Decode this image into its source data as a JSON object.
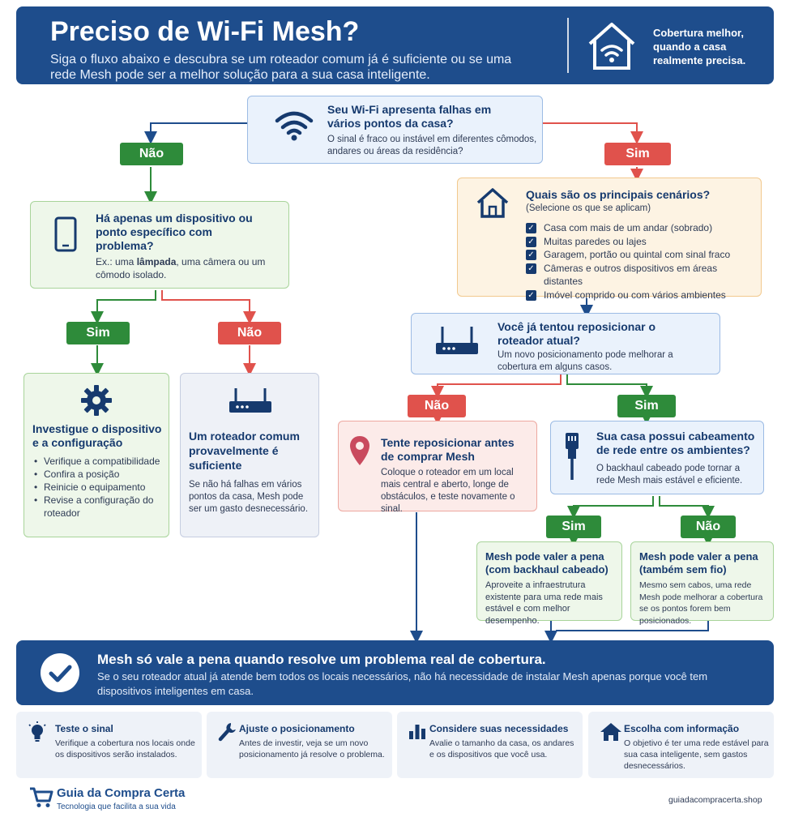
{
  "header": {
    "title": "Preciso de Wi-Fi Mesh?",
    "subtitle": "Siga o fluxo abaixo e descubra se um roteador comum já é suficiente ou se uma rede Mesh pode ser a melhor solução para a sua casa inteligente.",
    "tagline": "Cobertura melhor, quando a casa realmente precisa."
  },
  "start": {
    "question": "Seu Wi-Fi apresenta falhas em vários pontos da casa?",
    "detail": "O sinal é fraco ou instável em diferentes cômodos, andares ou áreas da residência?"
  },
  "labels": {
    "yes": "Sim",
    "no": "Não"
  },
  "single_device": {
    "question": "Há apenas um dispositivo ou ponto específico com problema?",
    "detail_pre": "Ex.: uma ",
    "detail_bold": "lâmpada",
    "detail_post": ", uma câmera ou um cômodo isolado."
  },
  "investigate": {
    "title": "Investigue o dispositivo e a configuração",
    "items": [
      "Verifique a compatibilidade",
      "Confira a posição",
      "Reinicie o equipamento",
      "Revise a configuração do roteador"
    ]
  },
  "common_router": {
    "title": "Um roteador comum provavelmente é suficiente",
    "detail": "Se não há falhas em vários pontos da casa, Mesh pode ser um gasto desnecessário."
  },
  "scenarios": {
    "title": "Quais são os principais cenários?",
    "hint": "(Selecione os que se aplicam)",
    "items": [
      "Casa com mais de um andar (sobrado)",
      "Muitas paredes ou lajes",
      "Garagem, portão ou quintal com sinal fraco",
      "Câmeras e outros dispositivos em áreas distantes",
      "Imóvel comprido ou com vários ambientes"
    ]
  },
  "reposition": {
    "question": "Você já tentou reposicionar o roteador atual?",
    "detail": "Um novo posicionamento pode melhorar a cobertura em alguns casos."
  },
  "try_reposition": {
    "title": "Tente reposicionar antes de comprar Mesh",
    "detail": "Coloque o roteador em um local mais central e aberto, longe de obstáculos, e teste novamente o sinal."
  },
  "cabling": {
    "question": "Sua casa possui cabeamento de rede entre os ambientes?",
    "detail": "O backhaul cabeado pode tornar a rede Mesh mais estável e eficiente."
  },
  "mesh_wired": {
    "title": "Mesh pode valer a pena (com backhaul cabeado)",
    "detail": "Aproveite a infraestrutura existente para uma rede mais estável e com melhor desempenho."
  },
  "mesh_wireless": {
    "title": "Mesh pode valer a pena (também sem fio)",
    "detail": "Mesmo sem cabos, uma rede Mesh pode melhorar a cobertura se os pontos forem bem posicionados."
  },
  "conclusion": {
    "title": "Mesh só vale a pena quando resolve um problema real de cobertura.",
    "detail": "Se o seu roteador atual já atende bem todos os locais necessários, não há necessidade de instalar Mesh apenas porque você tem dispositivos inteligentes em casa."
  },
  "tips": [
    {
      "icon": "lightbulb-icon",
      "title": "Teste o sinal",
      "text": "Verifique a cobertura nos locais onde os dispositivos serão instalados."
    },
    {
      "icon": "wrench-icon",
      "title": "Ajuste o posicionamento",
      "text": "Antes de investir, veja se um novo posicionamento já resolve o problema."
    },
    {
      "icon": "bar-chart-icon",
      "title": "Considere suas necessidades",
      "text": "Avalie o tamanho da casa, os andares e os dispositivos que você usa."
    },
    {
      "icon": "home-icon",
      "title": "Escolha com informação",
      "text": "O objetivo é ter uma rede estável para sua casa inteligente, sem gastos desnecessários."
    }
  ],
  "footer": {
    "brand": "Guia da Compra Certa",
    "slogan": "Tecnologia que facilita a sua vida",
    "url": "guiadacompracerta.shop"
  },
  "colors": {
    "navy": "#1e4d8c",
    "green": "#2e8b3a",
    "red": "#e0524c"
  }
}
